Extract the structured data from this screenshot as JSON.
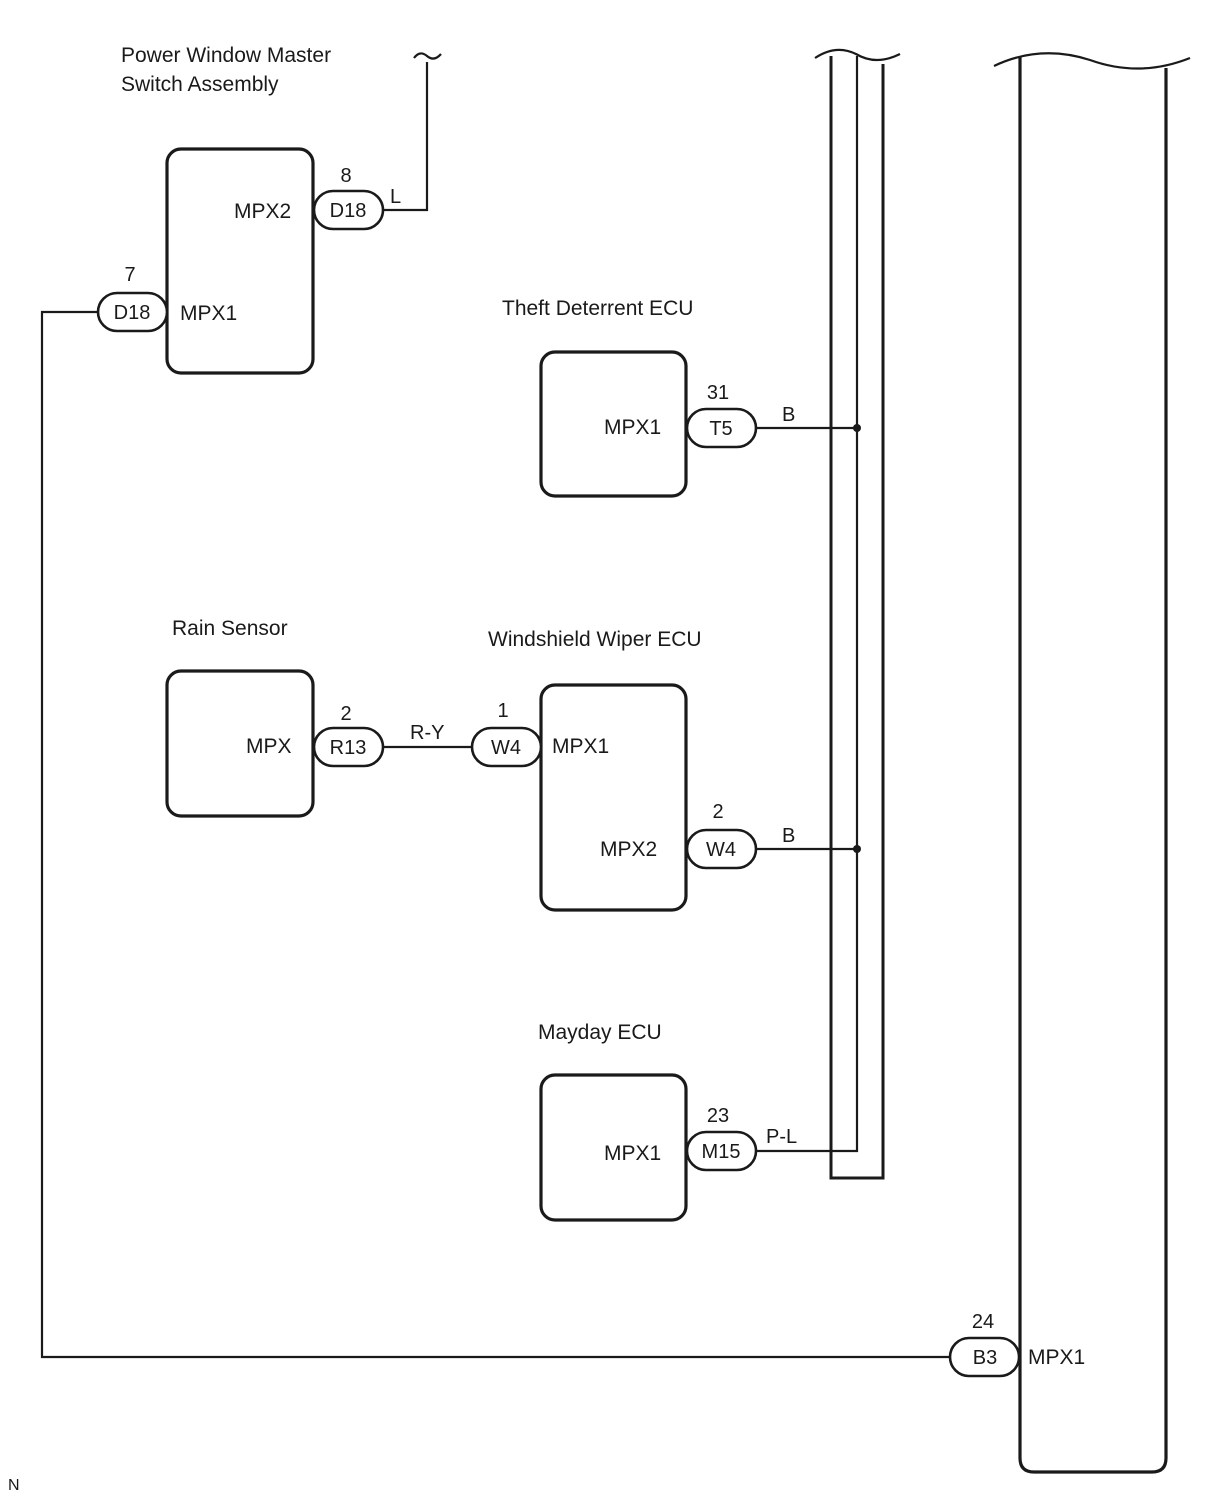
{
  "components": {
    "power_window": {
      "title_line1": "Power Window Master",
      "title_line2": "Switch Assembly",
      "mpx2": "MPX2",
      "mpx1": "MPX1"
    },
    "theft": {
      "title": "Theft Deterrent ECU",
      "mpx1": "MPX1"
    },
    "rain": {
      "title": "Rain Sensor",
      "mpx": "MPX"
    },
    "wiper": {
      "title": "Windshield Wiper ECU",
      "mpx1": "MPX1",
      "mpx2": "MPX2"
    },
    "mayday": {
      "title": "Mayday ECU",
      "mpx1": "MPX1"
    },
    "right_unit": {
      "mpx1": "MPX1"
    }
  },
  "connectors": {
    "pw_d18_top": {
      "code": "D18",
      "pin": "8"
    },
    "pw_d18_left": {
      "code": "D18",
      "pin": "7"
    },
    "theft_t5": {
      "code": "T5",
      "pin": "31"
    },
    "rain_r13": {
      "code": "R13",
      "pin": "2"
    },
    "wiper_w4_in": {
      "code": "W4",
      "pin": "1"
    },
    "wiper_w4_out": {
      "code": "W4",
      "pin": "2"
    },
    "mayday_m15": {
      "code": "M15",
      "pin": "23"
    },
    "right_b3": {
      "code": "B3",
      "pin": "24"
    }
  },
  "wires": {
    "pw_top": "L",
    "theft": "B",
    "rain_wiper": "R-Y",
    "wiper_out": "B",
    "mayday": "P-L"
  },
  "corner_mark": "N"
}
